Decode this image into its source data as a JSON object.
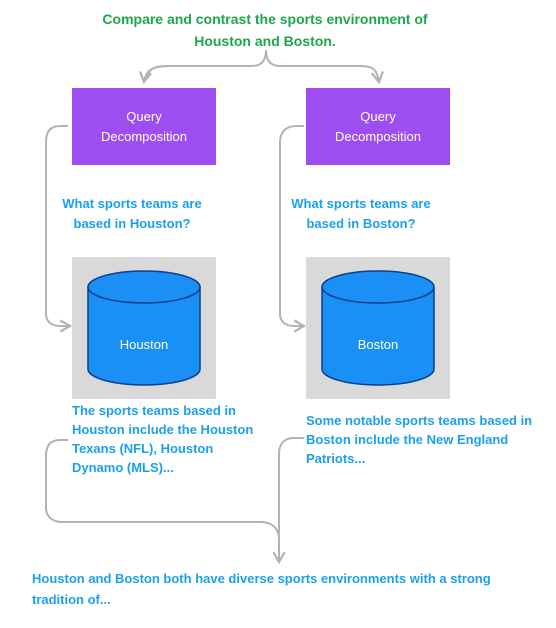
{
  "question": "Compare and contrast the sports environment of Houston and Boston.",
  "left": {
    "decomposition_label": "Query Decomposition",
    "sub_question": "What sports teams are based in Houston?",
    "database_label": "Houston",
    "answer": "The sports teams based in Houston include the Houston Texans (NFL), Houston Dynamo (MLS)..."
  },
  "right": {
    "decomposition_label": "Query Decomposition",
    "sub_question": "What sports teams are based in Boston?",
    "database_label": "Boston",
    "answer": "Some notable sports teams based in Boston include the New England Patriots..."
  },
  "final_answer": "Houston and Boston both have diverse sports environments with a strong tradition of...",
  "colors": {
    "question": "#1fa64a",
    "decomposition_box": "#9d4df0",
    "sub_question": "#1aa0ee",
    "database": "#1a8ff5",
    "database_panel": "#d9d9d9",
    "connector": "#b3b3b3"
  }
}
